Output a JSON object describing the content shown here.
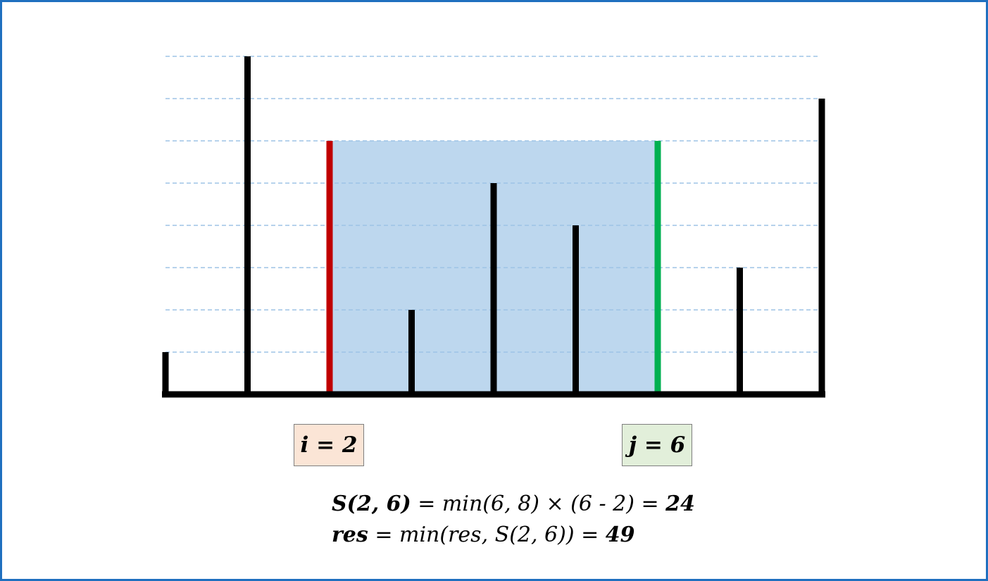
{
  "heights": [
    1,
    8,
    6,
    2,
    5,
    4,
    6,
    3,
    7
  ],
  "max_level": 8,
  "highlight": {
    "left_index": 2,
    "right_index": 6,
    "left_color": "#c00000",
    "right_color": "#00b050",
    "water_color": "#bdd7ee"
  },
  "colors": {
    "bar": "#000000",
    "grid": "#9dc3e6",
    "frame": "#1f6fbf",
    "i_box_fill": "#fbe5d6",
    "j_box_fill": "#e2efda"
  },
  "labels": {
    "i_pointer": "i = 2",
    "j_pointer": "j = 6"
  },
  "formula": {
    "line1_lhs": "S(2, 6)",
    "line1_mid": " = min(6, 8) × (6 - 2) = ",
    "line1_result": "24",
    "line2_lhs": "res",
    "line2_mid": " = min(res, S(2, 6)) = ",
    "line2_result": "49"
  }
}
